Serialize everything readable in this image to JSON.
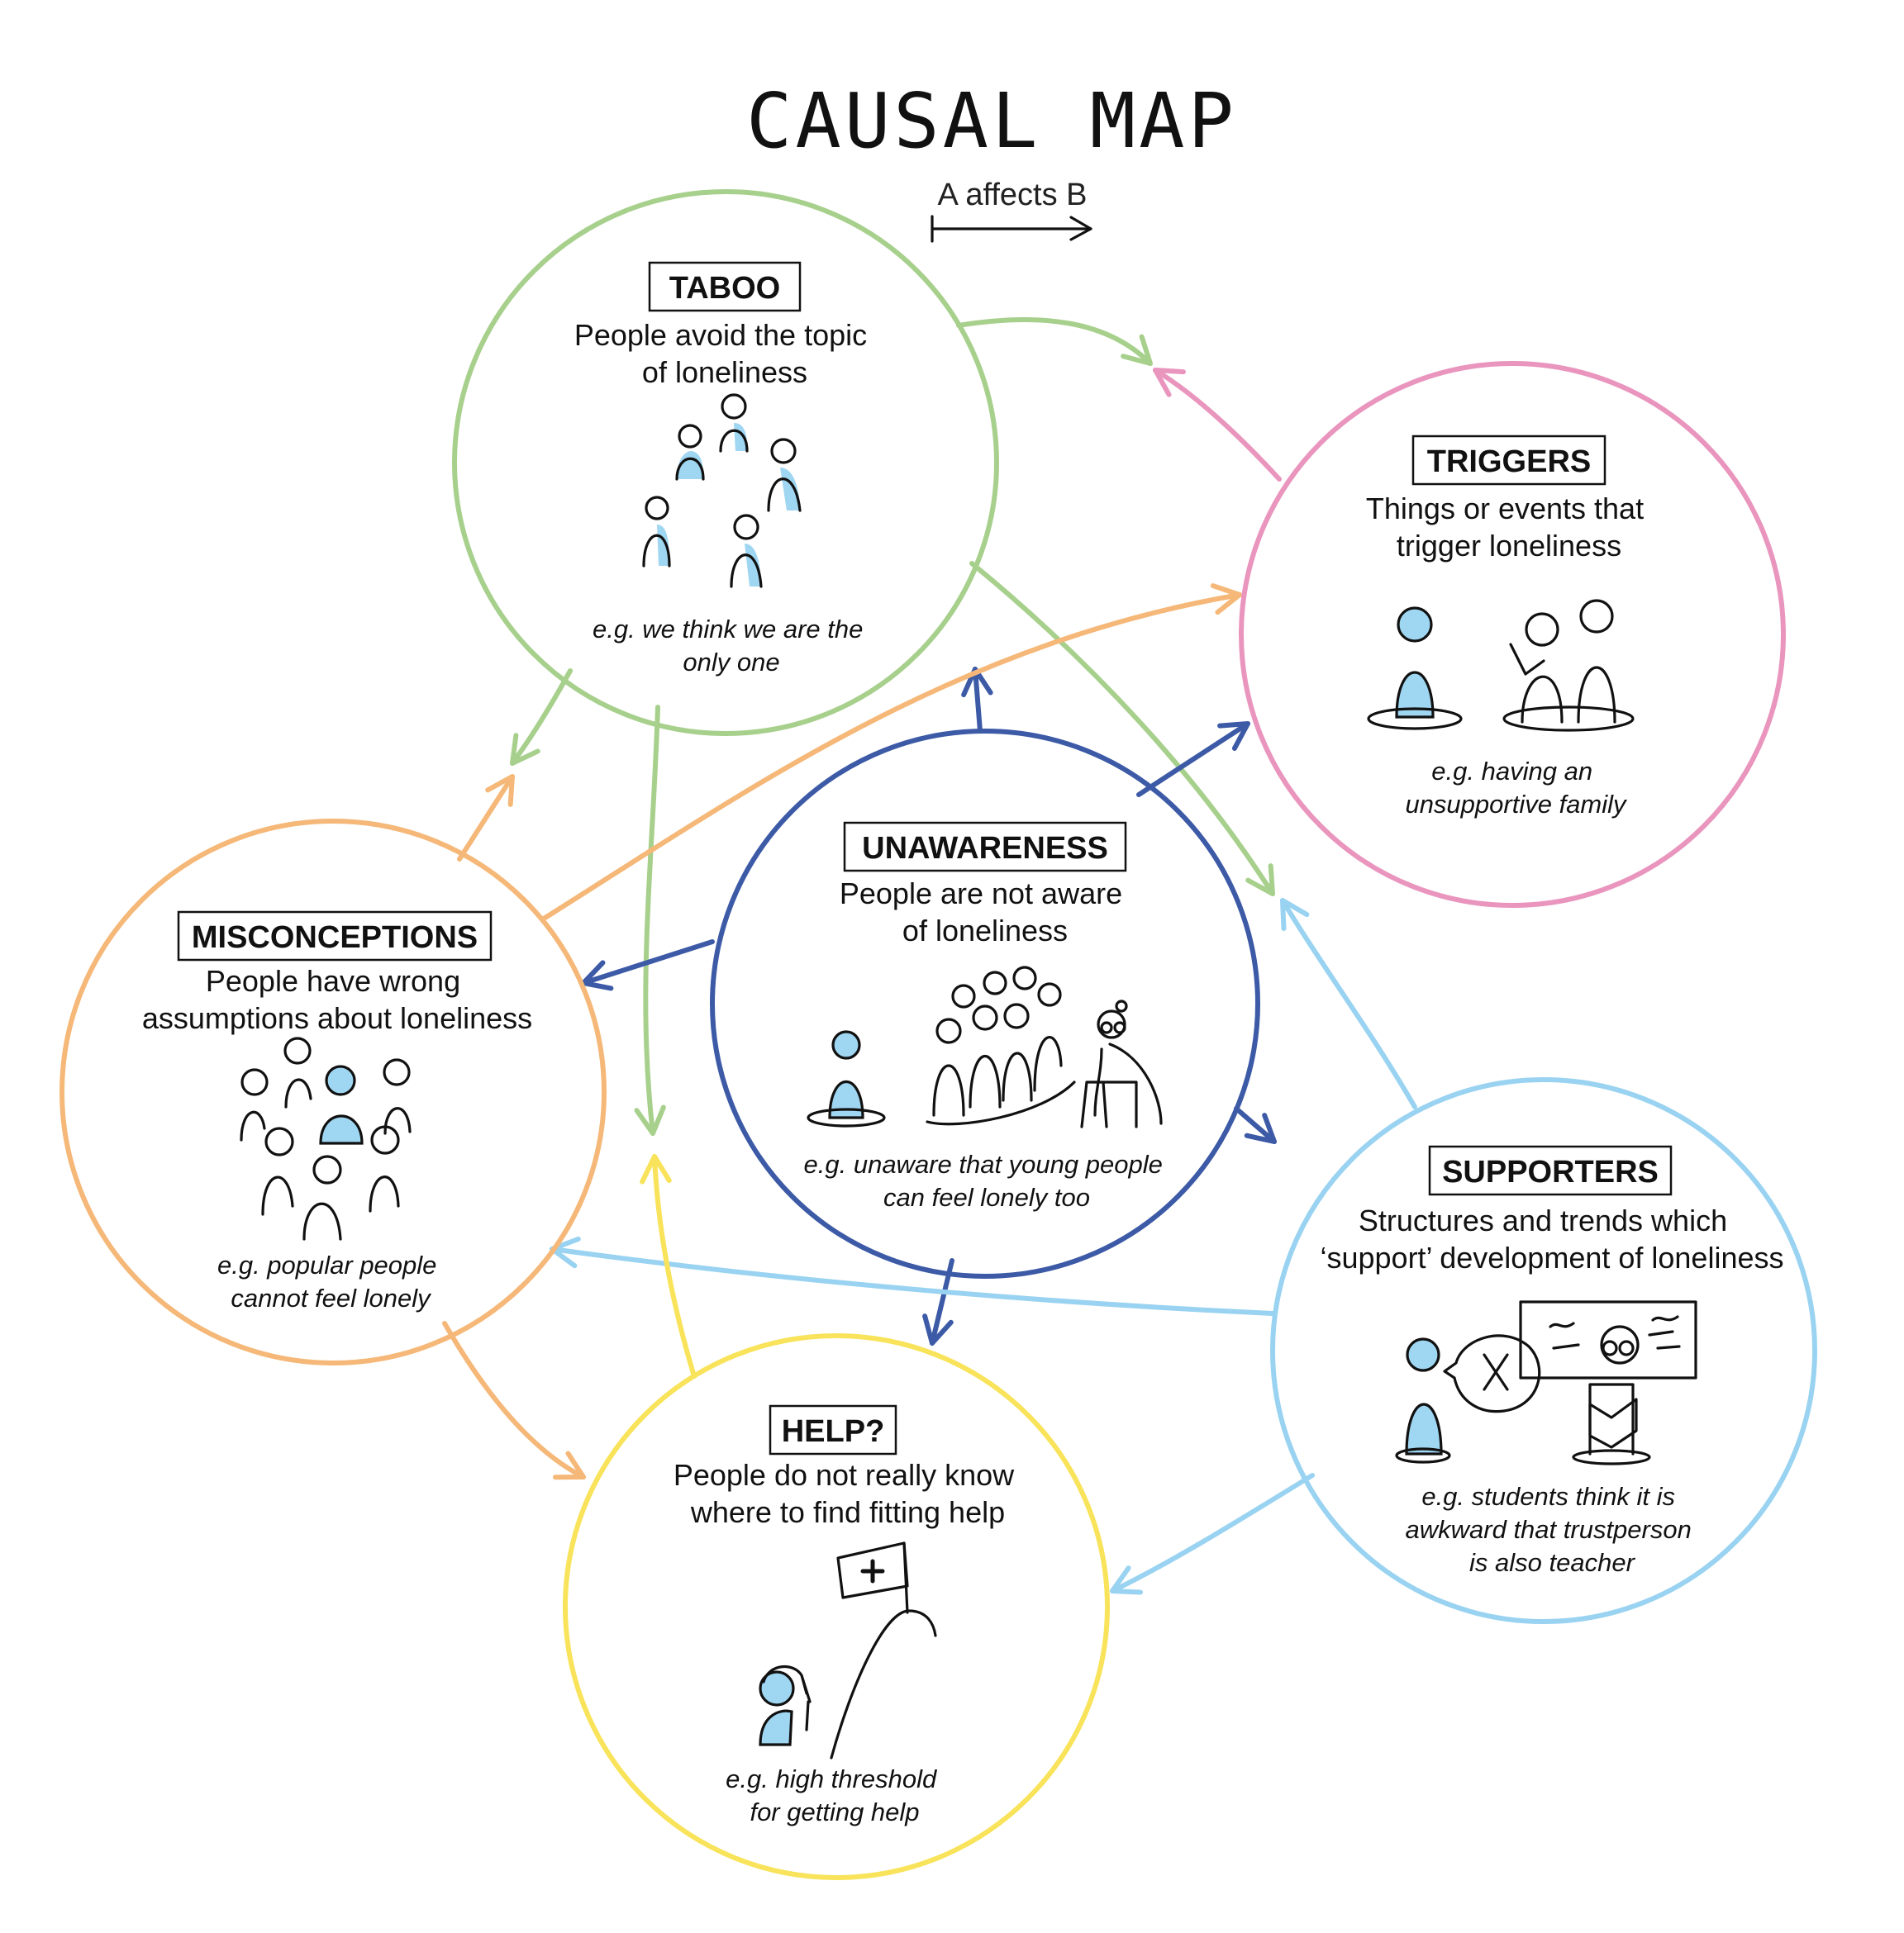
{
  "title": "CAUSAL MAP",
  "legend": {
    "text": "A affects B"
  },
  "colors": {
    "taboo": "#a7d08c",
    "triggers": "#e995bd",
    "unawareness": "#3c5aa6",
    "misconceptions": "#f5b878",
    "supporters": "#99d3f1",
    "help": "#f8e35a",
    "figure_fill": "#9fd6f2"
  },
  "nodes": {
    "taboo": {
      "label": "TABOO",
      "description": [
        "People avoid the topic",
        "of loneliness"
      ],
      "example": [
        "e.g. we think we are the",
        "only one"
      ],
      "icon": "group-avoiding-icon"
    },
    "triggers": {
      "label": "TRIGGERS",
      "description": [
        "Things or events that",
        "trigger loneliness"
      ],
      "example": [
        "e.g. having an",
        "unsupportive family"
      ],
      "icon": "family-trigger-icon"
    },
    "unawareness": {
      "label": "UNAWARENESS",
      "description": [
        "People are not aware",
        "of loneliness"
      ],
      "example": [
        "e.g. unaware that young people",
        "can feel lonely too"
      ],
      "icon": "crowd-elderly-icon"
    },
    "misconceptions": {
      "label": "MISCONCEPTIONS",
      "description": [
        "People have wrong",
        "assumptions about loneliness"
      ],
      "example": [
        "e.g. popular people",
        "cannot feel lonely"
      ],
      "icon": "popular-person-crowd-icon"
    },
    "supporters": {
      "label": "SUPPORTERS",
      "description": [
        "Structures and trends which",
        "‘support’ development of loneliness"
      ],
      "example": [
        "e.g. students think it is",
        "awkward that trustperson",
        "is also teacher"
      ],
      "icon": "student-teacher-icon"
    },
    "help": {
      "label": "HELP?",
      "description": [
        "People do not really know",
        "where to find fitting help"
      ],
      "example": [
        "e.g. high threshold",
        "for getting help"
      ],
      "icon": "mountain-flag-icon"
    }
  },
  "edges": [
    {
      "from": "taboo",
      "to": "triggers"
    },
    {
      "from": "taboo",
      "to": "misconceptions"
    },
    {
      "from": "taboo",
      "to": "help"
    },
    {
      "from": "taboo",
      "to": "supporters"
    },
    {
      "from": "triggers",
      "to": "taboo"
    },
    {
      "from": "unawareness",
      "to": "taboo"
    },
    {
      "from": "unawareness",
      "to": "triggers"
    },
    {
      "from": "unawareness",
      "to": "misconceptions"
    },
    {
      "from": "unawareness",
      "to": "supporters"
    },
    {
      "from": "unawareness",
      "to": "help"
    },
    {
      "from": "misconceptions",
      "to": "taboo"
    },
    {
      "from": "misconceptions",
      "to": "triggers"
    },
    {
      "from": "misconceptions",
      "to": "help"
    },
    {
      "from": "supporters",
      "to": "misconceptions"
    },
    {
      "from": "supporters",
      "to": "triggers"
    },
    {
      "from": "supporters",
      "to": "help"
    },
    {
      "from": "help",
      "to": "taboo"
    }
  ]
}
